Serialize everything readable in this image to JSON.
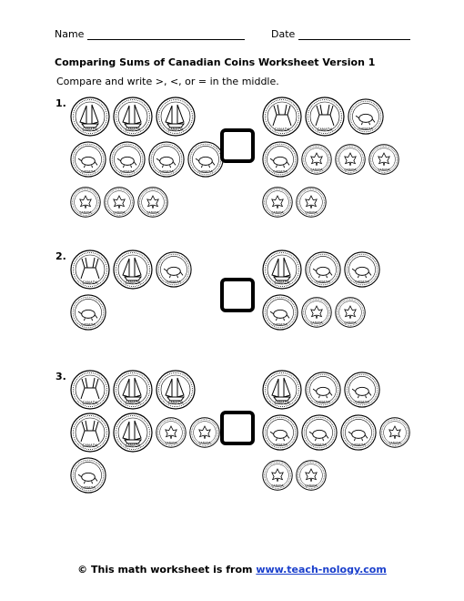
{
  "header": {
    "name_label": "Name",
    "date_label": "Date"
  },
  "title": "Comparing Sums of Canadian Coins Worksheet Version 1",
  "instruction": "Compare and write >, <, or = in the middle.",
  "problems": [
    {
      "number": "1.",
      "left": [
        "dime",
        "dime",
        "dime",
        "nickel",
        "nickel",
        "nickel",
        "nickel",
        "penny",
        "penny",
        "penny"
      ],
      "right": [
        "quarter",
        "quarter",
        "nickel",
        "nickel",
        "penny",
        "penny",
        "penny",
        "penny",
        "penny"
      ]
    },
    {
      "number": "2.",
      "left": [
        "quarter",
        "dime",
        "nickel",
        "nickel"
      ],
      "right": [
        "dime",
        "nickel",
        "nickel",
        "nickel",
        "penny",
        "penny"
      ]
    },
    {
      "number": "3.",
      "left": [
        "quarter",
        "dime",
        "dime",
        "quarter",
        "dime",
        "penny",
        "penny",
        "nickel"
      ],
      "right": [
        "dime",
        "nickel",
        "nickel",
        "nickel",
        "nickel",
        "nickel",
        "penny",
        "penny",
        "penny"
      ]
    }
  ],
  "coin_text": {
    "canada": "CANADA",
    "nickel_value": "5 CENTS",
    "dime_value": "10 CENTS",
    "penny_value": "1 CENT",
    "quarter_value": "25 CENTS"
  },
  "footer": {
    "prefix": "© This math worksheet is from ",
    "link": "www.teach-nology.com"
  }
}
